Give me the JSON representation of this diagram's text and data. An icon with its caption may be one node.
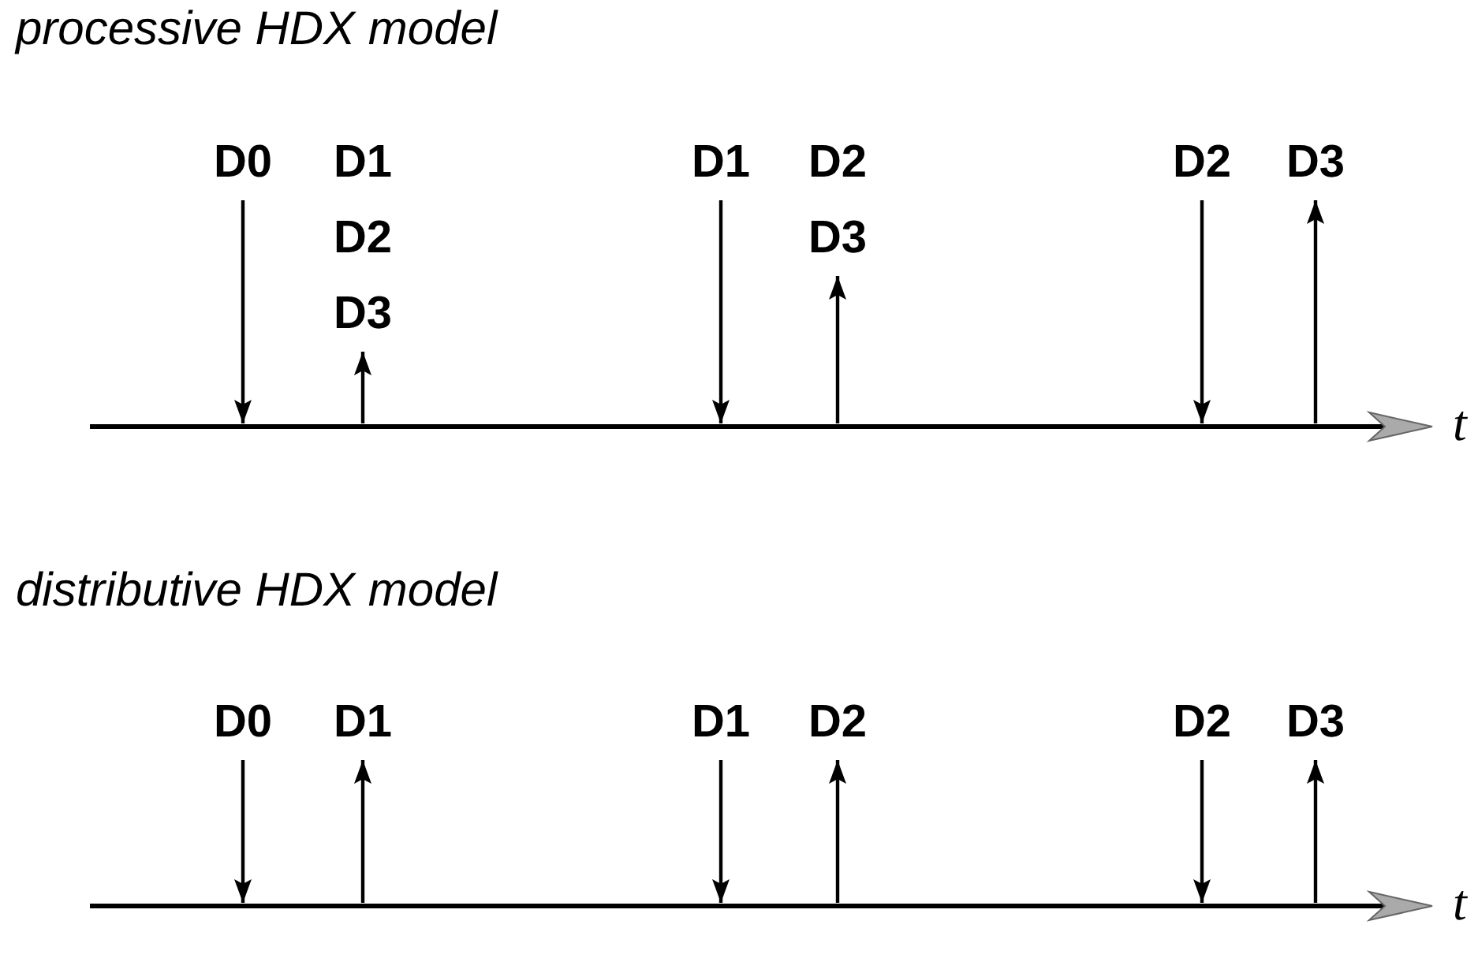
{
  "diagram": {
    "nodes": [
      {
        "text": [
          "D0"
        ]
      },
      {
        "text": [
          "D1",
          "D2",
          "D3"
        ]
      },
      {
        "text": [
          "D1"
        ]
      },
      {
        "text": [
          "D2",
          "D3"
        ]
      },
      {
        "text": [
          "D2"
        ]
      },
      {
        "text": [
          "D3"
        ]
      },
      {
        "text": [],
        "shape": "arrow",
        "beside": [
          "t"
        ]
      },
      {
        "text": [
          "D0"
        ]
      },
      {
        "text": [
          "D1"
        ]
      },
      {
        "text": [
          "D1"
        ]
      },
      {
        "text": [
          "D2"
        ]
      },
      {
        "text": [
          "D2"
        ]
      },
      {
        "text": [
          "D3"
        ]
      },
      {
        "text": [],
        "shape": "arrow",
        "beside": [
          "t"
        ]
      }
    ],
    "edges": [
      {
        "from": 0,
        "to": 6,
        "arrow": "to"
      },
      {
        "from": 6,
        "to": 1,
        "arrow": "to"
      },
      {
        "from": 2,
        "to": 6,
        "arrow": "to"
      },
      {
        "from": 6,
        "to": 3,
        "arrow": "to"
      },
      {
        "from": 4,
        "to": 6,
        "arrow": "to"
      },
      {
        "from": 6,
        "to": 5,
        "arrow": "to"
      },
      {
        "from": 7,
        "to": 13,
        "arrow": "to"
      },
      {
        "from": 13,
        "to": 8,
        "arrow": "to"
      },
      {
        "from": 9,
        "to": 13,
        "arrow": "to"
      },
      {
        "from": 13,
        "to": 10,
        "arrow": "to"
      },
      {
        "from": 11,
        "to": 13,
        "arrow": "to"
      },
      {
        "from": 13,
        "to": 12,
        "arrow": "to"
      }
    ],
    "labels": [
      "processive HDX model",
      "distributive HDX model"
    ]
  }
}
